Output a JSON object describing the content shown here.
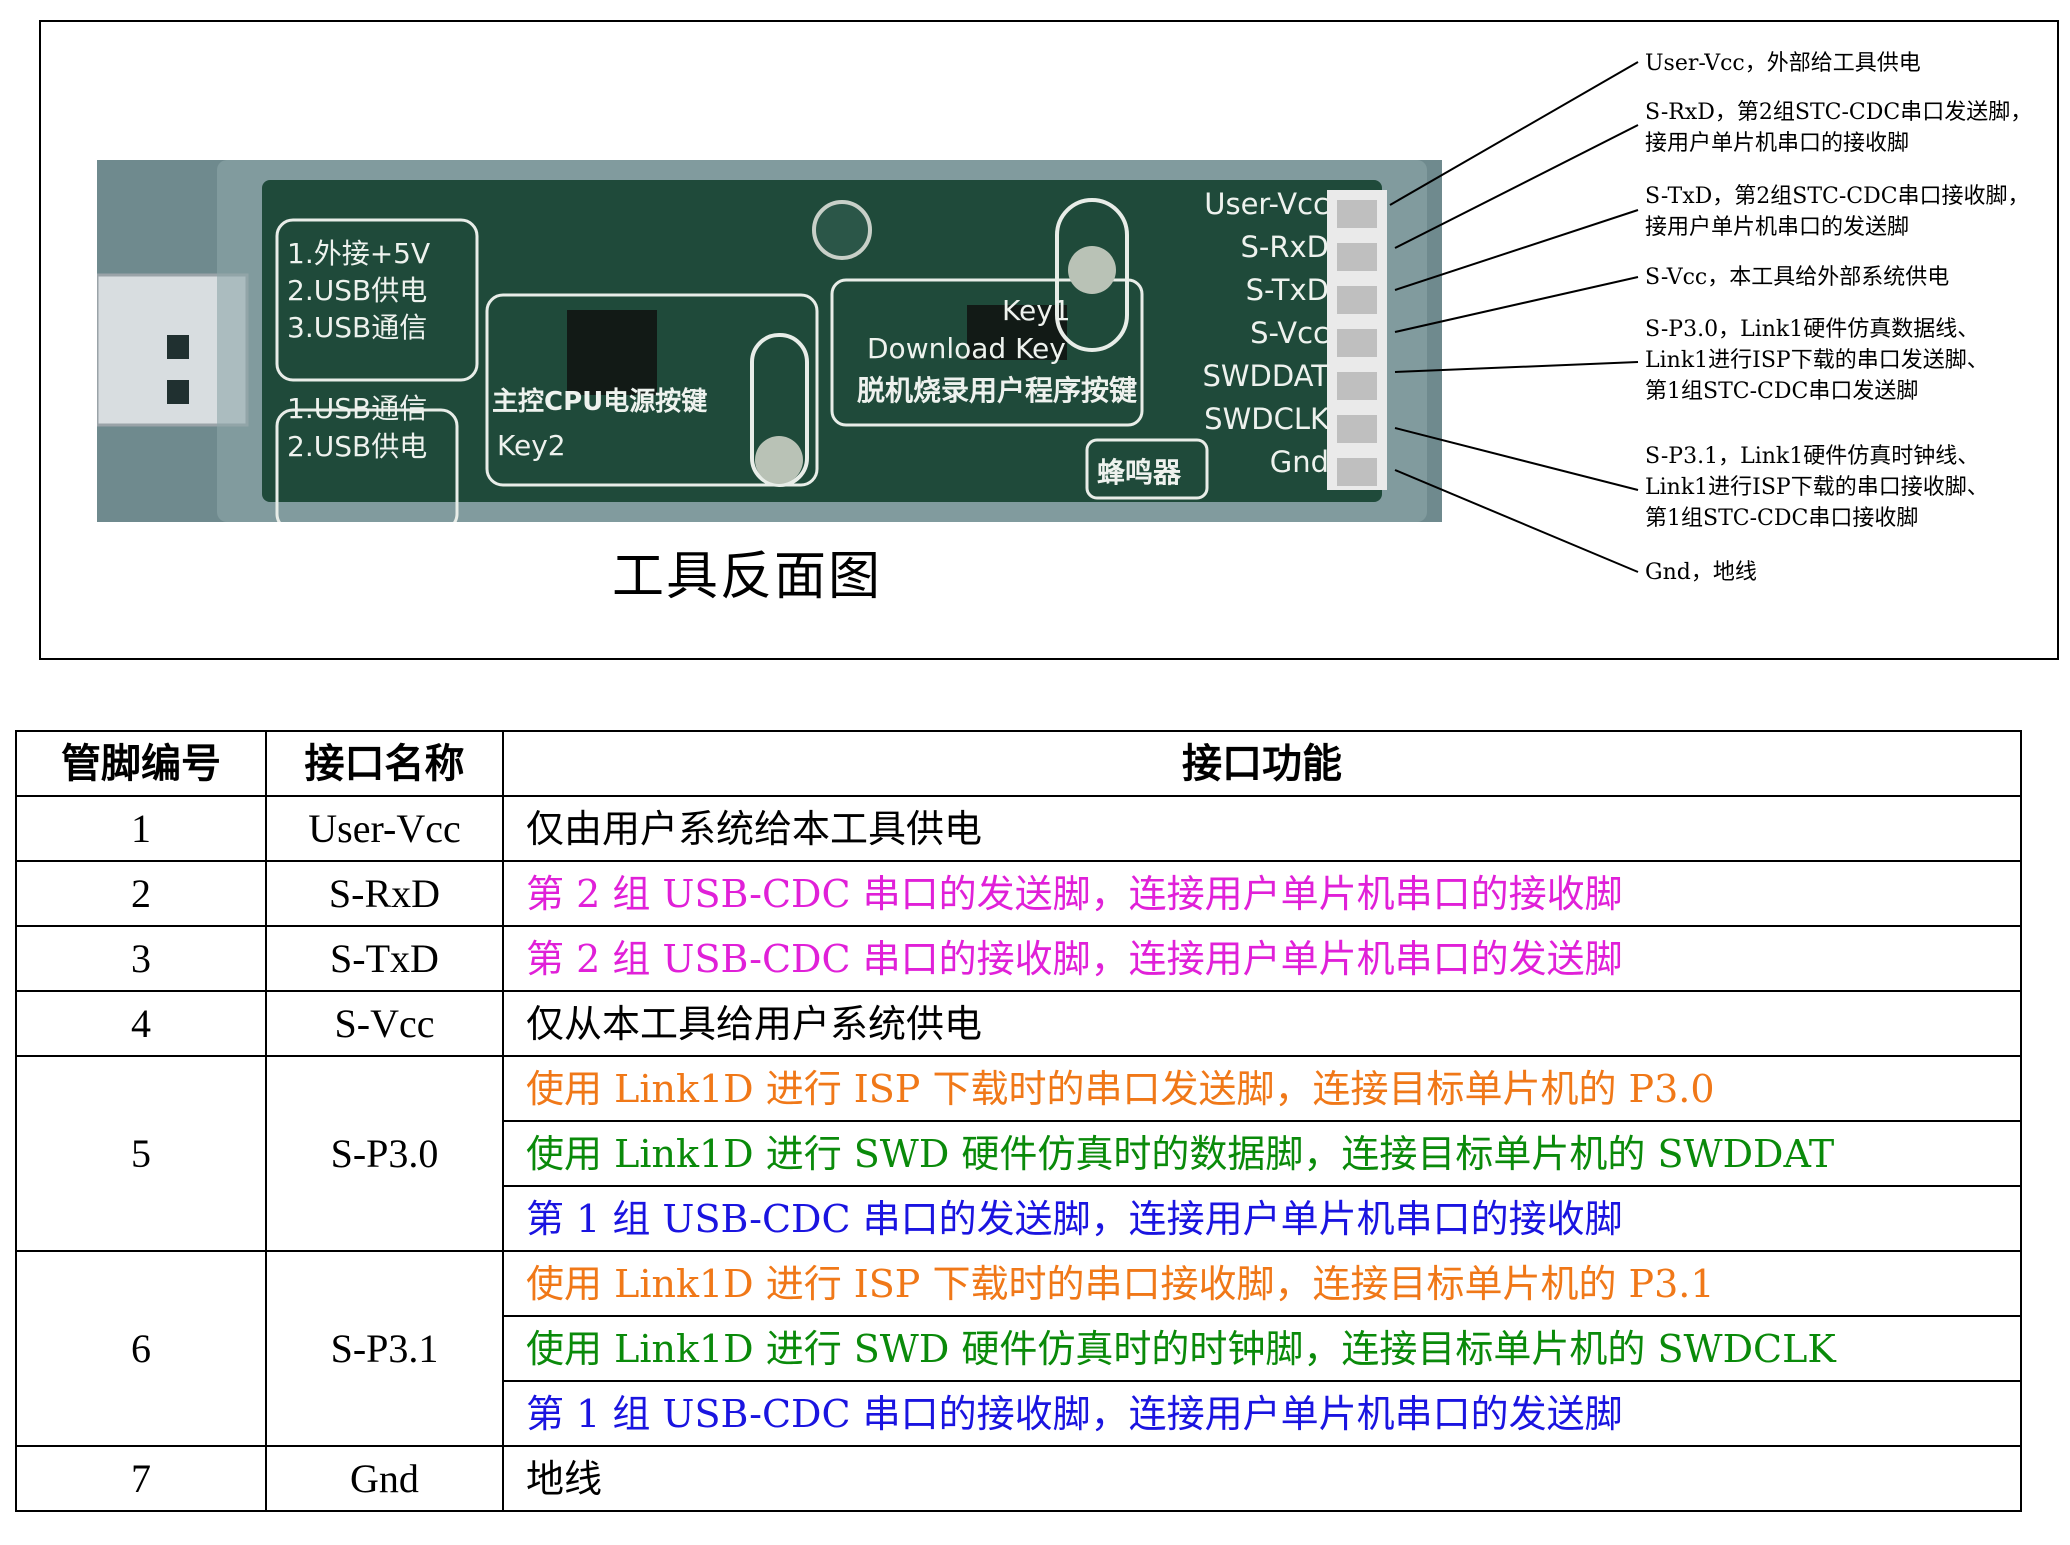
{
  "figure": {
    "caption": "工具反面图",
    "board_labels": {
      "power_select": [
        "1.外接+5V",
        "2.USB供电",
        "3.USB通信"
      ],
      "usb_select": [
        "1.USB通信",
        "2.USB供电"
      ],
      "main_power_key": "主控CPU电源按键",
      "key2": "Key2",
      "key1": "Key1",
      "download_key": "Download Key",
      "offline_key": "脱机烧录用户程序按键",
      "buzzer": "蜂鸣器",
      "pins": [
        "User-Vcc",
        "S-RxD",
        "S-TxD",
        "S-Vcc",
        "SWDDAT",
        "SWDCLK",
        "Gnd"
      ]
    },
    "callouts": [
      [
        "User-Vcc，外部给工具供电"
      ],
      [
        "S-RxD，第2组STC-CDC串口发送脚，",
        "接用户单片机串口的接收脚"
      ],
      [
        "S-TxD，第2组STC-CDC串口接收脚，",
        "接用户单片机串口的发送脚"
      ],
      [
        "S-Vcc，本工具给外部系统供电"
      ],
      [
        "S-P3.0，Link1硬件仿真数据线、",
        "Link1进行ISP下载的串口发送脚、",
        "第1组STC-CDC串口发送脚"
      ],
      [
        "S-P3.1，Link1硬件仿真时钟线、",
        "Link1进行ISP下载的串口接收脚、",
        "第1组STC-CDC串口接收脚"
      ],
      [
        "Gnd，地线"
      ]
    ]
  },
  "table": {
    "headers": [
      "管脚编号",
      "接口名称",
      "接口功能"
    ],
    "rows": [
      {
        "num": "1",
        "name": "User-Vcc",
        "funcs": [
          {
            "text": "仅由用户系统给本工具供电",
            "color": "#000000"
          }
        ]
      },
      {
        "num": "2",
        "name": "S-RxD",
        "funcs": [
          {
            "text": "第 2 组 USB-CDC 串口的发送脚，连接用户单片机串口的接收脚",
            "color": "#e020d8"
          }
        ]
      },
      {
        "num": "3",
        "name": "S-TxD",
        "funcs": [
          {
            "text": "第 2 组 USB-CDC 串口的接收脚，连接用户单片机串口的发送脚",
            "color": "#e020d8"
          }
        ]
      },
      {
        "num": "4",
        "name": "S-Vcc",
        "funcs": [
          {
            "text": "仅从本工具给用户系统供电",
            "color": "#000000"
          }
        ]
      },
      {
        "num": "5",
        "name": "S-P3.0",
        "funcs": [
          {
            "text": "使用 Link1D 进行 ISP 下载时的串口发送脚，连接目标单片机的 P3.0",
            "color": "#f07818"
          },
          {
            "text": "使用 Link1D 进行 SWD 硬件仿真时的数据脚，连接目标单片机的 SWDDAT",
            "color": "#0a8a0a"
          },
          {
            "text": "第 1 组 USB-CDC 串口的发送脚，连接用户单片机串口的接收脚",
            "color": "#1a14e0"
          }
        ]
      },
      {
        "num": "6",
        "name": "S-P3.1",
        "funcs": [
          {
            "text": "使用 Link1D 进行 ISP 下载时的串口接收脚，连接目标单片机的 P3.1",
            "color": "#f07818"
          },
          {
            "text": "使用 Link1D 进行 SWD 硬件仿真时的时钟脚，连接目标单片机的 SWDCLK",
            "color": "#0a8a0a"
          },
          {
            "text": "第 1 组 USB-CDC 串口的接收脚，连接用户单片机串口的发送脚",
            "color": "#1a14e0"
          }
        ]
      },
      {
        "num": "7",
        "name": "Gnd",
        "funcs": [
          {
            "text": "地线",
            "color": "#000000"
          }
        ]
      }
    ]
  }
}
